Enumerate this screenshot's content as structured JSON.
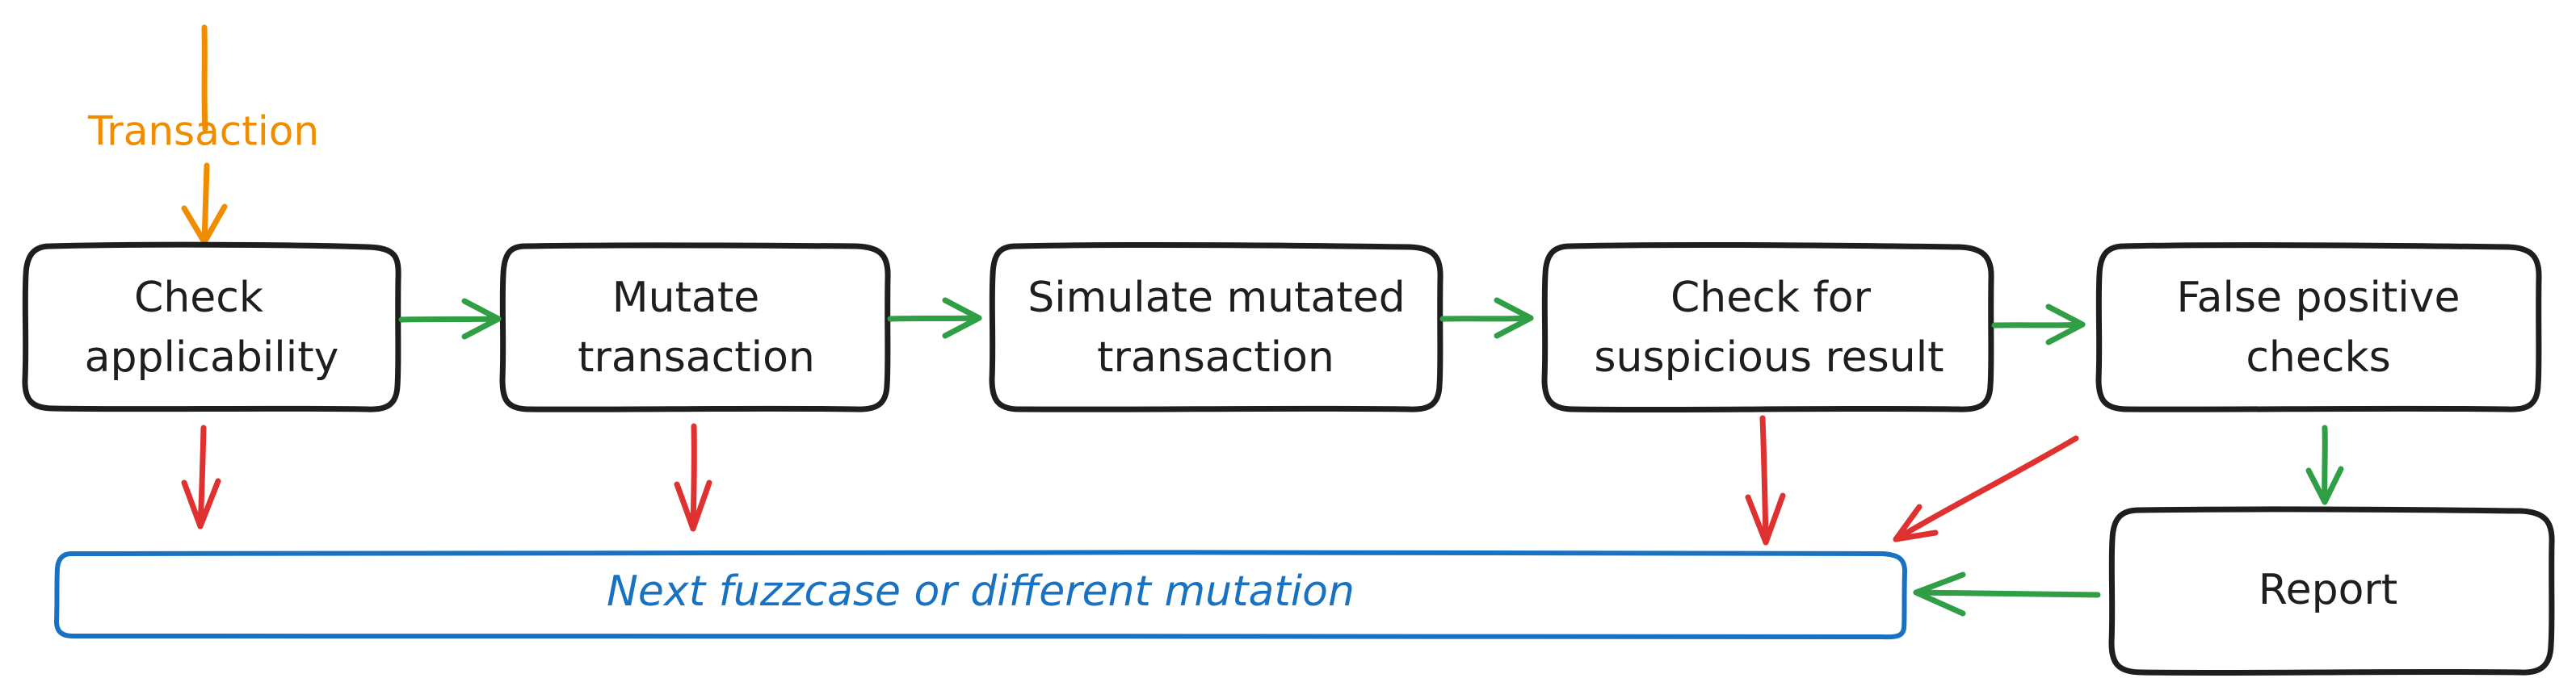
{
  "colors": {
    "box_stroke": "#1e1e1e",
    "text": "#1e1e1e",
    "input": "#f08c00",
    "success_arrow": "#2f9e44",
    "failure_arrow": "#e03131",
    "terminal": "#1971c2",
    "background": "#ffffff"
  },
  "input": {
    "label": "Transaction"
  },
  "steps": [
    {
      "id": "check-applicability",
      "lines": [
        "Check",
        "applicability"
      ]
    },
    {
      "id": "mutate-transaction",
      "lines": [
        "Mutate",
        "transaction"
      ]
    },
    {
      "id": "simulate-mutated-transaction",
      "lines": [
        "Simulate mutated",
        "transaction"
      ]
    },
    {
      "id": "check-suspicious-result",
      "lines": [
        "Check for",
        "suspicious result"
      ]
    },
    {
      "id": "false-positive-checks",
      "lines": [
        "False positive",
        "checks"
      ]
    },
    {
      "id": "report",
      "lines": [
        "Report"
      ]
    }
  ],
  "terminal": {
    "label": "Next fuzzcase or different mutation"
  },
  "edges": [
    {
      "from": "input",
      "to": "check-applicability",
      "kind": "input"
    },
    {
      "from": "check-applicability",
      "to": "mutate-transaction",
      "kind": "success"
    },
    {
      "from": "mutate-transaction",
      "to": "simulate-mutated-transaction",
      "kind": "success"
    },
    {
      "from": "simulate-mutated-transaction",
      "to": "check-suspicious-result",
      "kind": "success"
    },
    {
      "from": "check-suspicious-result",
      "to": "false-positive-checks",
      "kind": "success"
    },
    {
      "from": "false-positive-checks",
      "to": "report",
      "kind": "success"
    },
    {
      "from": "report",
      "to": "terminal",
      "kind": "success"
    },
    {
      "from": "check-applicability",
      "to": "terminal",
      "kind": "failure"
    },
    {
      "from": "mutate-transaction",
      "to": "terminal",
      "kind": "failure"
    },
    {
      "from": "check-suspicious-result",
      "to": "terminal",
      "kind": "failure"
    },
    {
      "from": "false-positive-checks",
      "to": "terminal",
      "kind": "failure"
    }
  ]
}
